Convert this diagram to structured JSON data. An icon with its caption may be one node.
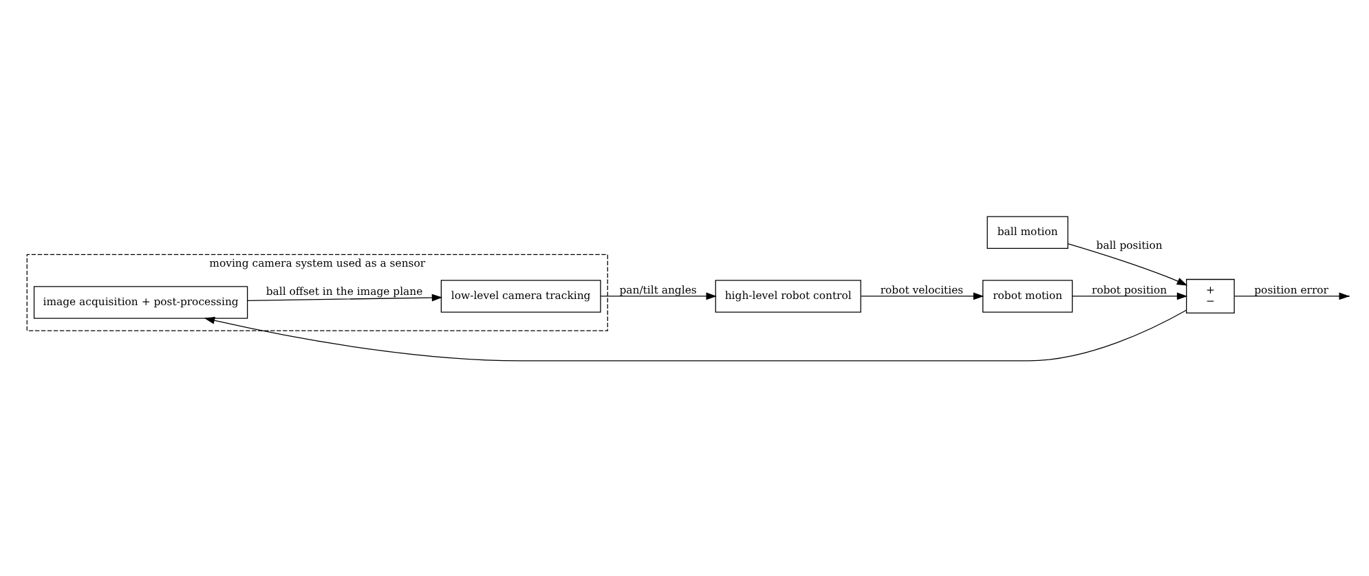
{
  "diagram": {
    "nodes": [
      {
        "text": [
          "ball motion"
        ]
      },
      {
        "text": [
          "+",
          "−"
        ]
      },
      {
        "text": [
          "high-level robot control"
        ]
      },
      {
        "text": [
          "robot motion"
        ]
      },
      {
        "text": [
          "moving camera system used as a sensor"
        ]
      },
      {
        "text": [
          "low-level camera tracking"
        ],
        "in": 4
      },
      {
        "text": [
          "image acquisition + post-processing"
        ],
        "in": 4
      }
    ],
    "edges": [
      {
        "from": 0,
        "to": 1,
        "arrow": "to",
        "label": "ball position"
      },
      {
        "from": 2,
        "to": 3,
        "arrow": "to",
        "label": "robot velocities"
      },
      {
        "from": 3,
        "to": 1,
        "arrow": "to",
        "label": "robot position"
      },
      {
        "from": 1,
        "to": null,
        "arrow": "to",
        "label": "position error"
      },
      {
        "from": 1,
        "to": 6,
        "arrow": "to"
      },
      {
        "from": 6,
        "to": 5,
        "arrow": "to",
        "label": "ball offset in the image plane"
      },
      {
        "from": 5,
        "to": 2,
        "arrow": "to",
        "label": "pan/tilt angles"
      }
    ]
  }
}
